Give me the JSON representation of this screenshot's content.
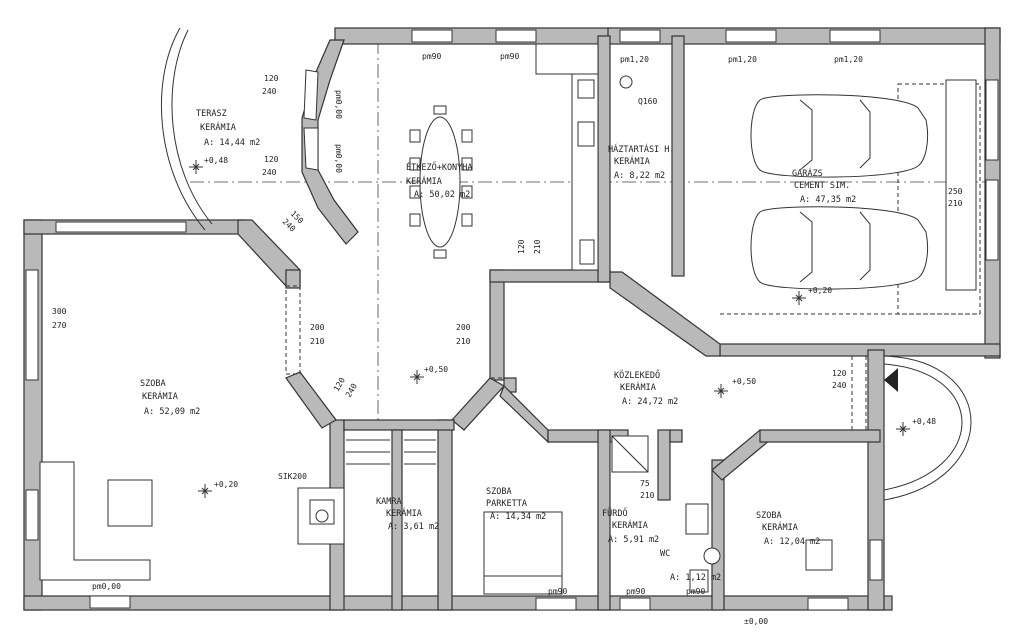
{
  "rooms": [
    {
      "name": "TERASZ",
      "floor": "KERÁMIA",
      "area": "A: 14,44 m2"
    },
    {
      "name": "ÉTKEZŐ+KONYHA",
      "floor": "KERÁMIA",
      "area": "A: 50,02 m2"
    },
    {
      "name": "HÁZTARTÁSI H.",
      "floor": "KERÁMIA",
      "area": "A: 8,22 m2"
    },
    {
      "name": "GARÁZS",
      "floor": "CEMENT SIM.",
      "area": "A: 47,35 m2"
    },
    {
      "name": "SZOBA",
      "floor": "KERÁMIA",
      "area": "A: 52,09 m2"
    },
    {
      "name": "KÖZLEKEDŐ",
      "floor": "KERÁMIA",
      "area": "A: 24,72 m2"
    },
    {
      "name": "KAMRA",
      "floor": "KERÁMIA",
      "area": "A: 3,61 m2"
    },
    {
      "name": "SZOBA",
      "floor": "PARKETTA",
      "area": "A: 14,34 m2"
    },
    {
      "name": "FÜRDŐ",
      "floor": "KERÁMIA",
      "area": "A: 5,91 m2"
    },
    {
      "name": "WC",
      "floor": "",
      "area": "A: 1,12 m2"
    },
    {
      "name": "SZOBA",
      "floor": "KERÁMIA",
      "area": "A: 12,04 m2"
    }
  ],
  "window_labels": [
    "pm90",
    "pm90",
    "pm1,20",
    "pm1,20",
    "pm1,20",
    "pm0,00",
    "pm0,00",
    "pm90",
    "pm90",
    "pm90",
    "pm0,00"
  ],
  "door_labels": [
    {
      "w": "120",
      "h": "240"
    },
    {
      "w": "120",
      "h": "240"
    },
    {
      "w": "150",
      "h": "240"
    },
    {
      "w": "120",
      "h": "210"
    },
    {
      "w": "250",
      "h": "210"
    },
    {
      "w": "300",
      "h": "270"
    },
    {
      "w": "200",
      "h": "210"
    },
    {
      "w": "200",
      "h": "210"
    },
    {
      "w": "120",
      "h": "240"
    },
    {
      "w": "75",
      "h": "210"
    },
    {
      "w": "120",
      "h": "240"
    }
  ],
  "levels": [
    "+0,48",
    "+0,50",
    "+0,20",
    "+0,20",
    "+0,50",
    "+0,48",
    "±0,00"
  ],
  "misc": {
    "chimney": "SIK200",
    "duct": "Q160"
  }
}
